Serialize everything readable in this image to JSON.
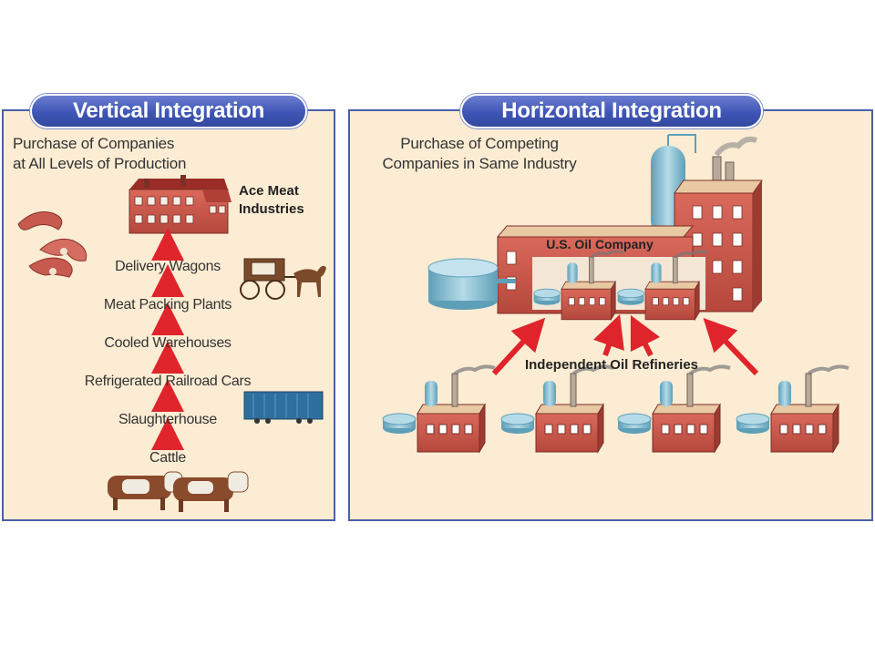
{
  "vertical": {
    "title": "Vertical Integration",
    "subtitle_line1": "Purchase of Companies",
    "subtitle_line2": "at All Levels of Production",
    "top_company_line1": "Ace Meat",
    "top_company_line2": "Industries",
    "levels": [
      "Delivery Wagons",
      "Meat Packing Plants",
      "Cooled Warehouses",
      "Refrigerated Railroad Cars",
      "Slaughterhouse",
      "Cattle"
    ]
  },
  "horizontal": {
    "title": "Horizontal Integration",
    "subtitle_line1": "Purchase of Competing",
    "subtitle_line2": "Companies in Same Industry",
    "big_company": "U.S. Oil Company",
    "small_companies_label": "Independent Oil Refineries"
  },
  "colors": {
    "panel_bg": "#fcecd3",
    "panel_border": "#4a5fa8",
    "banner_blue": "#3f56b6",
    "arrow_red": "#e0242b",
    "brick": "#c8574a",
    "tank_blue": "#8fc3d6"
  }
}
